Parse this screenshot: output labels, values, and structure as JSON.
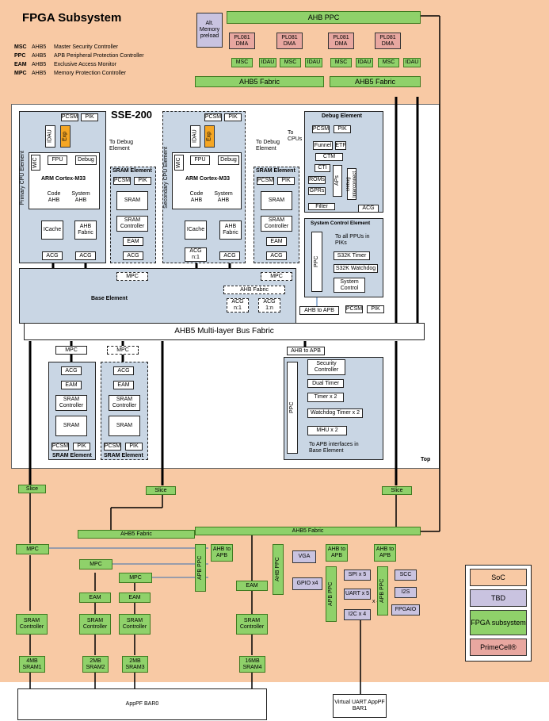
{
  "fpga": {
    "title": "FPGA Subsystem"
  },
  "legend": [
    {
      "abbr": "MSC",
      "bus": "AHB5",
      "desc": "Master Security Controller"
    },
    {
      "abbr": "PPC",
      "bus": "AHB5",
      "desc": "APB Peripheral Protection Controller"
    },
    {
      "abbr": "EAM",
      "bus": "AHB5",
      "desc": "Exclusive Access Monitor"
    },
    {
      "abbr": "MPC",
      "bus": "AHB5",
      "desc": "Memory Protection Controller"
    }
  ],
  "top": {
    "ahb_ppc": "AHB PPC",
    "alt_mem": "Alt. Memory preload",
    "dma": [
      "PL081 DMA",
      "PL081 DMA",
      "PL081 DMA",
      "PL081 DMA"
    ],
    "msc": "MSC",
    "idau": "IDAU",
    "ahb5_fabric": "AHB5 Fabric"
  },
  "sse": {
    "title": "SSE-200",
    "top_label": "Top",
    "primary": "Primary CPU Element",
    "secondary": "Secondary CPU Element",
    "pcsm": "PCSM",
    "pik": "PIK",
    "idau": "IDAU",
    "exp": "Exp",
    "wic": "WIC",
    "fpu": "FPU",
    "debug": "Debug",
    "cortex": "ARM Cortex-M33",
    "code_ahb": "Code AHB",
    "system_ahb": "System AHB",
    "icache": "ICache",
    "ahb_fabric": "AHB Fabric",
    "acg": "ACG",
    "acg_n1": "ACG n:1",
    "acg_1n": "ACG 1:n",
    "to_debug": "To Debug Element",
    "to_cpus": "To CPUs",
    "sram_element": "SRAM Element",
    "sram": "SRAM",
    "sram_ctrl": "SRAM Controller",
    "eam": "EAM",
    "mpc": "MPC",
    "base_element": "Base Element",
    "ahb_fab_small": "AHB Fabric",
    "debug_element": "Debug Element",
    "funnel": "Funnel",
    "etf": "ETF",
    "ctm": "CTM",
    "cti": "CTI",
    "roms": "ROMs",
    "gpr": "GPRs",
    "aps": "APs",
    "debug_interconnect": "Debug Interconnect",
    "filter": "Filter",
    "sys_ctrl": "System Control Element",
    "to_ppus": "To all PPUs in PIKs",
    "timer32k": "S32K Timer",
    "wdog32k": "S32K Watchdog",
    "sys_control": "System Control",
    "ppc": "PPC",
    "ahb_to_apb": "AHB to APB",
    "bus_fabric": "AHB5 Multi-layer Bus Fabric",
    "security_ctrl": "Security Controller",
    "dual_timer": "Dual Timer",
    "timer_x2": "Timer x 2",
    "wdog_x2": "Watchdog Timer x 2",
    "mhu_x2": "MHU x 2",
    "to_apb": "To APB interfaces in Base Element"
  },
  "bottom": {
    "slice": "Slice",
    "ahb5_fabric": "AHB5 Fabric",
    "mpc": "MPC",
    "eam": "EAM",
    "sram_ctrl": "SRAM Controller",
    "sram1": "4MB SRAM1",
    "sram2": "2MB SRAM2",
    "sram3": "2MB SRAM3",
    "sram4": "16MB SRAM4",
    "bar0": "AppPF BAR0",
    "bar1": "Virtual UART AppPF BAR1",
    "apb_ppc": "APB PPC",
    "ahb_ppc": "AHB PPC",
    "ahb_to_apb": "AHB to APB",
    "vga": "VGA",
    "gpio": "GPIO x4",
    "spi": "SPI x 5",
    "uart": "UART x 5",
    "i2c": "I2C x 4",
    "scc": "SCC",
    "i2s": "I2S",
    "fpgaio": "FPGAIO",
    "x4": "x 4"
  },
  "key": [
    {
      "label": "SoC",
      "color": "#f8c9a4"
    },
    {
      "label": "TBD",
      "color": "#c9c3e0"
    },
    {
      "label": "FPGA subsystem",
      "color": "#8fd16a"
    },
    {
      "label": "PrimeCell®",
      "color": "#e8a7a0"
    }
  ]
}
